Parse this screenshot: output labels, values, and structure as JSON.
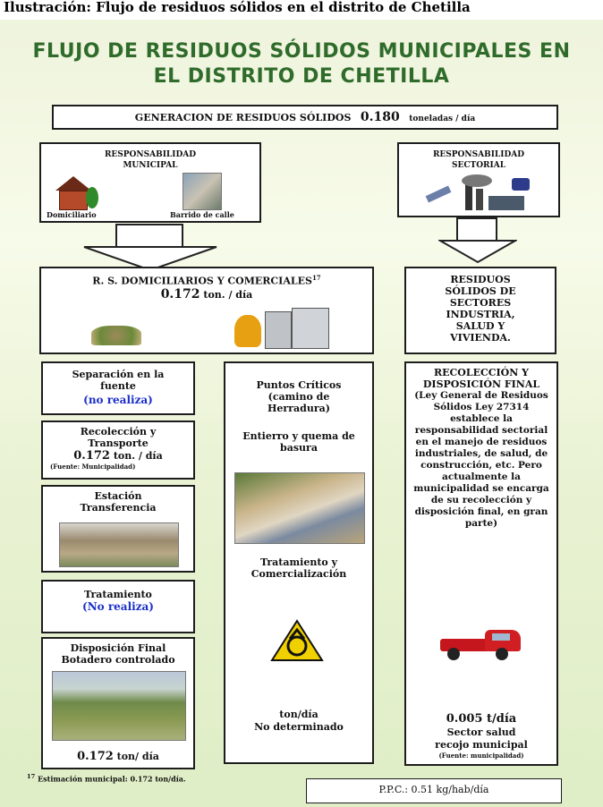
{
  "cut_header": "Ilustración: Flujo de residuos sólidos en el distrito de Chetilla",
  "title": {
    "line1": "FLUJO DE RESIDUOS SÓLIDOS MUNICIPALES EN",
    "line2": "EL DISTRITO DE  CHETILLA"
  },
  "generacion": {
    "label": "GENERACION DE RESIDUOS SÓLIDOS",
    "value": "0.180",
    "unit": "toneladas / día"
  },
  "municipal": {
    "title": "RESPONSABILIDAD MUNICIPAL",
    "left_caption": "Domiciliario",
    "right_caption": "Barrido de calle"
  },
  "sectorial": {
    "title": "RESPONSABILIDAD SECTORIAL"
  },
  "rs_domiciliarios": {
    "title": "R. S. DOMICILIARIOS Y COMERCIALES",
    "sup": "17",
    "value": "0.172",
    "unit": "ton. / día"
  },
  "sectores": {
    "text": "RESIDUOS SÓLIDOS DE SECTORES INDUSTRIA, SALUD Y VIVIENDA."
  },
  "col1": {
    "separacion": {
      "label": "Separación en la fuente",
      "status": "(no realiza)"
    },
    "recoleccion": {
      "label": "Recolección y Transporte",
      "value": "0.172",
      "unit": "ton. / día",
      "note": "(Fuente: Municipalidad)"
    },
    "estacion": {
      "label": "Estación Transferencia"
    },
    "tratamiento": {
      "label": "Tratamiento",
      "status": "(No realiza)"
    },
    "disposicion": {
      "label": "Disposición Final Botadero controlado",
      "value": "0.172",
      "unit": "ton/ día"
    }
  },
  "col2": {
    "puntos": "Puntos Críticos (camino de Herradura)",
    "entierro": "Entierro y quema de basura",
    "tratamiento": "Tratamiento y Comercialización",
    "ton": "ton/día",
    "no_det": "No determinado"
  },
  "col3": {
    "title": "RECOLECCIÓN Y DISPOSICIÓN FINAL",
    "body": "(Ley General de Residuos Sólidos Ley 27314 establece la responsabilidad sectorial en el manejo de residuos industriales, de salud, de construcción, etc. Pero actualmente la municipalidad se encarga de su recolección y disposición final, en gran parte)",
    "value": "0.005 t/día",
    "sector": "Sector salud",
    "recojo": "recojo municipal",
    "note": "(Fuente: municipalidad)"
  },
  "ppc": "P.P.C.: 0.51 kg/hab/día",
  "footnote": "Estimación municipal: 0.172 ton/día.",
  "footnote_mark": "17"
}
